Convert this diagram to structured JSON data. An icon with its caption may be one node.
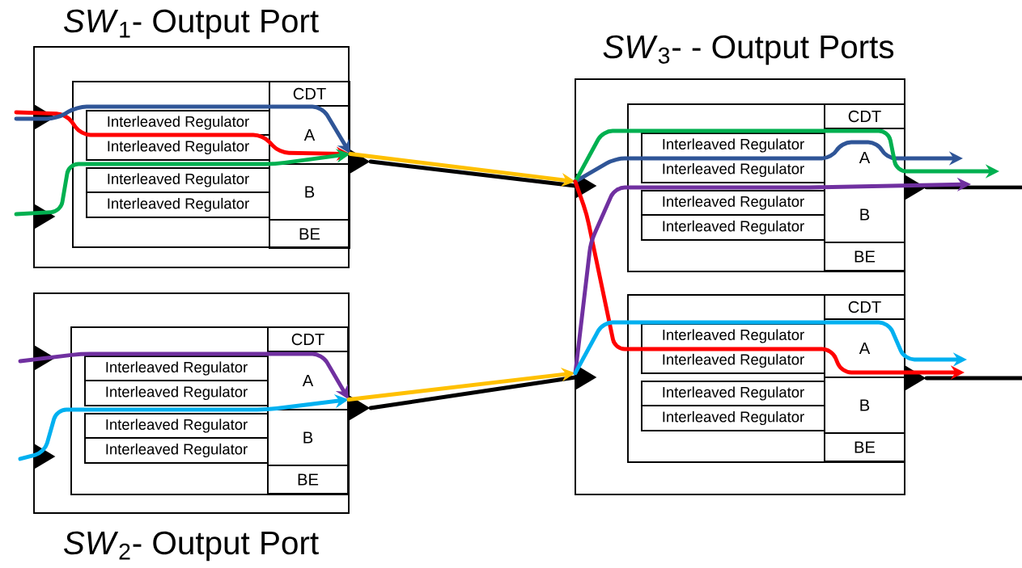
{
  "diagram": {
    "nodes": [
      {
        "text": [
          "*SW*$_{1}$- Output Port"
        ]
      },
      {
        "text": [],
        "shape": "box",
        "in": 0
      },
      {
        "text": [
          "Interleaved Regulator"
        ],
        "in": 1
      },
      {
        "text": [
          "Interleaved Regulator"
        ],
        "in": 1
      },
      {
        "text": [
          "Interleaved Regulator"
        ],
        "in": 1
      },
      {
        "text": [
          "Interleaved Regulator"
        ],
        "in": 1
      },
      {
        "text": [
          "CDT"
        ],
        "in": 1
      },
      {
        "text": [
          "A"
        ],
        "in": 1
      },
      {
        "text": [
          "B"
        ],
        "in": 1
      },
      {
        "text": [
          "BE"
        ],
        "in": 1
      },
      {
        "text": [],
        "shape": "triangle",
        "in": 0
      },
      {
        "text": [],
        "shape": "triangle",
        "in": 0
      },
      {
        "text": [],
        "shape": "triangle"
      },
      {
        "text": [
          "*SW*$_{2}$- Output Port"
        ]
      },
      {
        "text": [],
        "shape": "box",
        "in": 13
      },
      {
        "text": [
          "Interleaved Regulator"
        ],
        "in": 14
      },
      {
        "text": [
          "Interleaved Regulator"
        ],
        "in": 14
      },
      {
        "text": [
          "Interleaved Regulator"
        ],
        "in": 14
      },
      {
        "text": [
          "Interleaved Regulator"
        ],
        "in": 14
      },
      {
        "text": [
          "CDT"
        ],
        "in": 14
      },
      {
        "text": [
          "A"
        ],
        "in": 14
      },
      {
        "text": [
          "B"
        ],
        "in": 14
      },
      {
        "text": [
          "BE"
        ],
        "in": 14
      },
      {
        "text": [],
        "shape": "triangle",
        "in": 13
      },
      {
        "text": [],
        "shape": "triangle",
        "in": 13
      },
      {
        "text": [],
        "shape": "triangle"
      },
      {
        "text": [
          "*SW*$_{3}$- - Output Ports"
        ]
      },
      {
        "text": [],
        "shape": "box",
        "in": 26
      },
      {
        "text": [
          "Interleaved Regulator"
        ],
        "in": 27
      },
      {
        "text": [
          "Interleaved Regulator"
        ],
        "in": 27
      },
      {
        "text": [
          "Interleaved Regulator"
        ],
        "in": 27
      },
      {
        "text": [
          "Interleaved Regulator"
        ],
        "in": 27
      },
      {
        "text": [
          "CDT"
        ],
        "in": 27
      },
      {
        "text": [
          "A"
        ],
        "in": 27
      },
      {
        "text": [
          "B"
        ],
        "in": 27
      },
      {
        "text": [
          "BE"
        ],
        "in": 27
      },
      {
        "text": [],
        "shape": "box",
        "in": 26
      },
      {
        "text": [
          "Interleaved Regulator"
        ],
        "in": 36
      },
      {
        "text": [
          "Interleaved Regulator"
        ],
        "in": 36
      },
      {
        "text": [
          "Interleaved Regulator"
        ],
        "in": 36
      },
      {
        "text": [
          "Interleaved Regulator"
        ],
        "in": 36
      },
      {
        "text": [
          "CDT"
        ],
        "in": 36
      },
      {
        "text": [
          "A"
        ],
        "in": 36
      },
      {
        "text": [
          "B"
        ],
        "in": 36
      },
      {
        "text": [
          "BE"
        ],
        "in": 36
      },
      {
        "text": [],
        "shape": "triangle",
        "in": 26
      },
      {
        "text": [],
        "shape": "triangle",
        "in": 26
      },
      {
        "text": [],
        "shape": "triangle"
      },
      {
        "text": [],
        "shape": "triangle"
      }
    ],
    "edges": [
      {
        "from": 12,
        "to": 45,
        "arrow": "none"
      },
      {
        "from": 25,
        "to": 46,
        "arrow": "none"
      },
      {
        "from": 47,
        "to": null,
        "arrow": "none"
      },
      {
        "from": 48,
        "to": null,
        "arrow": "none"
      },
      {
        "from": null,
        "to": 7,
        "arrow": "to",
        "color": "#ff0000"
      },
      {
        "from": null,
        "to": 7,
        "arrow": "to",
        "color": "#2f5597"
      },
      {
        "from": null,
        "to": 7,
        "arrow": "to",
        "color": "#00b050"
      },
      {
        "from": null,
        "to": 20,
        "arrow": "to",
        "color": "#7030a0"
      },
      {
        "from": null,
        "to": 20,
        "arrow": "to",
        "color": "#00b0f0"
      },
      {
        "from": 7,
        "to": 45,
        "arrow": "to",
        "color": "#ffc000"
      },
      {
        "from": 20,
        "to": 46,
        "arrow": "to",
        "color": "#ffc000"
      },
      {
        "from": 45,
        "to": null,
        "arrow": "to",
        "color": "#2f5597"
      },
      {
        "from": 45,
        "to": null,
        "arrow": "to",
        "color": "#00b050"
      },
      {
        "from": 45,
        "to": null,
        "arrow": "to",
        "color": "#ff0000"
      },
      {
        "from": 46,
        "to": null,
        "arrow": "to",
        "color": "#7030a0"
      },
      {
        "from": 46,
        "to": null,
        "arrow": "to",
        "color": "#00b0f0"
      }
    ]
  }
}
